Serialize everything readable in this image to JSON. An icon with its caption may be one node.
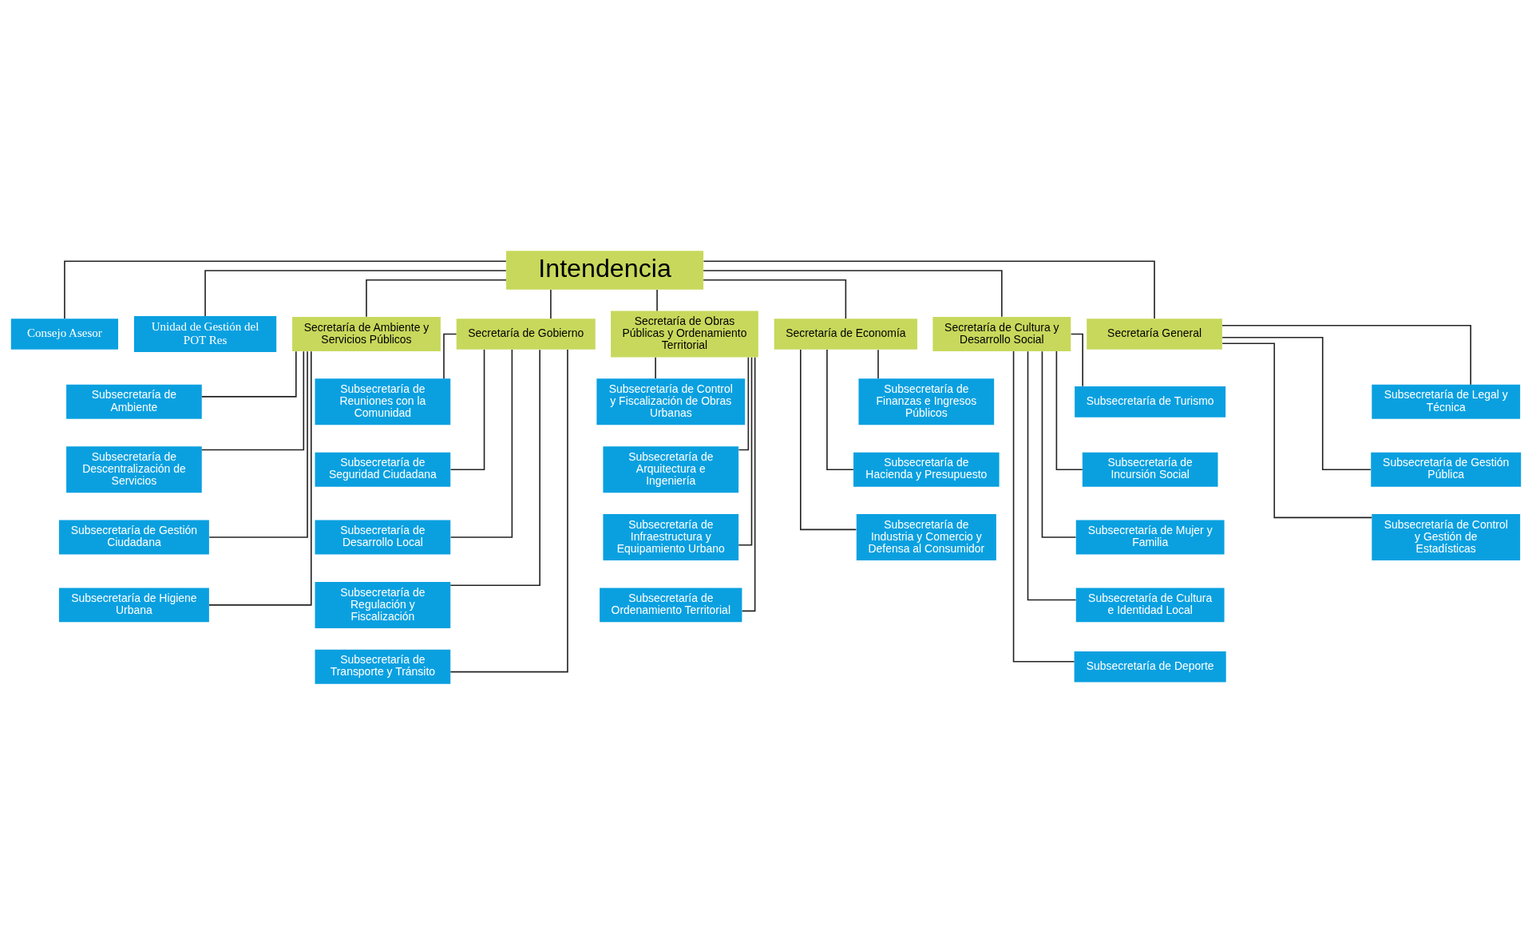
{
  "diagram": {
    "nodes": [
      {
        "text": [
          "Intendencia"
        ]
      },
      {
        "text": [
          "Consejo Asesor"
        ]
      },
      {
        "text": [
          "Unidad de Gestión del POT Res"
        ]
      },
      {
        "text": [
          "Secretaría de Ambiente y Servicios Públicos"
        ]
      },
      {
        "text": [
          "Secretaría de Gobierno"
        ]
      },
      {
        "text": [
          "Secretaría de Obras Públicas y Ordenamiento Territorial"
        ]
      },
      {
        "text": [
          "Secretaría de Economía"
        ]
      },
      {
        "text": [
          "Secretaría de Cultura y Desarrollo Social"
        ]
      },
      {
        "text": [
          "Secretaría General"
        ]
      },
      {
        "text": [
          "Subsecretaría de Ambiente"
        ]
      },
      {
        "text": [
          "Subsecretaría de Descentralización de Servicios"
        ]
      },
      {
        "text": [
          "Subsecretaría de Gestión Ciudadana"
        ]
      },
      {
        "text": [
          "Subsecretaría de Higiene Urbana"
        ]
      },
      {
        "text": [
          "Subsecretaría de Reuniones con la Comunidad"
        ]
      },
      {
        "text": [
          "Subsecretaría de Seguridad Ciudadana"
        ]
      },
      {
        "text": [
          "Subsecretaría de Desarrollo Local"
        ]
      },
      {
        "text": [
          "Subsecretaría de Regulación y Fiscalización"
        ]
      },
      {
        "text": [
          "Subsecretaría de Transporte y Tránsito"
        ]
      },
      {
        "text": [
          "Subsecretaría de Control y Fiscalización de Obras Urbanas"
        ]
      },
      {
        "text": [
          "Subsecretaría de Arquitectura e Ingeniería"
        ]
      },
      {
        "text": [
          "Subsecretaría de Infraestructura y Equipamiento Urbano"
        ]
      },
      {
        "text": [
          "Subsecretaría de Ordenamiento Territorial"
        ]
      },
      {
        "text": [
          "Subsecretaría de Finanzas e Ingresos Públicos"
        ]
      },
      {
        "text": [
          "Subsecretaría de Hacienda y Presupuesto"
        ]
      },
      {
        "text": [
          "Subsecretaría de Industria y Comercio y Defensa al Consumidor"
        ]
      },
      {
        "text": [
          "Subsecretaría de Turismo"
        ]
      },
      {
        "text": [
          "Subsecretaría de Incursión Social"
        ]
      },
      {
        "text": [
          "Subsecretaría de Mujer y Familia"
        ]
      },
      {
        "text": [
          "Subsecretaría de Cultura e Identidad Local"
        ]
      },
      {
        "text": [
          "Subsecretaría de Deporte"
        ]
      },
      {
        "text": [
          "Subsecretaría de Legal y Técnica"
        ]
      },
      {
        "text": [
          "Subsecretaría de Gestión Pública"
        ]
      },
      {
        "text": [
          "Subsecretaría de Control y Gestión de Estadísticas"
        ]
      }
    ],
    "edges": [
      {
        "from": 0,
        "to": 1,
        "arrow": "none"
      },
      {
        "from": 0,
        "to": 2,
        "arrow": "none"
      },
      {
        "from": 0,
        "to": 3,
        "arrow": "none"
      },
      {
        "from": 0,
        "to": 4,
        "arrow": "none"
      },
      {
        "from": 0,
        "to": 5,
        "arrow": "none"
      },
      {
        "from": 0,
        "to": 6,
        "arrow": "none"
      },
      {
        "from": 0,
        "to": 7,
        "arrow": "none"
      },
      {
        "from": 0,
        "to": 8,
        "arrow": "none"
      },
      {
        "from": 3,
        "to": 9,
        "arrow": "none"
      },
      {
        "from": 3,
        "to": 10,
        "arrow": "none"
      },
      {
        "from": 3,
        "to": 11,
        "arrow": "none"
      },
      {
        "from": 3,
        "to": 12,
        "arrow": "none"
      },
      {
        "from": 4,
        "to": 13,
        "arrow": "none"
      },
      {
        "from": 4,
        "to": 14,
        "arrow": "none"
      },
      {
        "from": 4,
        "to": 15,
        "arrow": "none"
      },
      {
        "from": 4,
        "to": 16,
        "arrow": "none"
      },
      {
        "from": 4,
        "to": 17,
        "arrow": "none"
      },
      {
        "from": 5,
        "to": 18,
        "arrow": "none"
      },
      {
        "from": 5,
        "to": 19,
        "arrow": "none"
      },
      {
        "from": 5,
        "to": 20,
        "arrow": "none"
      },
      {
        "from": 5,
        "to": 21,
        "arrow": "none"
      },
      {
        "from": 6,
        "to": 22,
        "arrow": "none"
      },
      {
        "from": 6,
        "to": 23,
        "arrow": "none"
      },
      {
        "from": 6,
        "to": 24,
        "arrow": "none"
      },
      {
        "from": 7,
        "to": 25,
        "arrow": "none"
      },
      {
        "from": 7,
        "to": 26,
        "arrow": "none"
      },
      {
        "from": 7,
        "to": 27,
        "arrow": "none"
      },
      {
        "from": 7,
        "to": 28,
        "arrow": "none"
      },
      {
        "from": 7,
        "to": 29,
        "arrow": "none"
      },
      {
        "from": 8,
        "to": 30,
        "arrow": "none"
      },
      {
        "from": 8,
        "to": 31,
        "arrow": "none"
      },
      {
        "from": 8,
        "to": 32,
        "arrow": "none"
      }
    ]
  }
}
